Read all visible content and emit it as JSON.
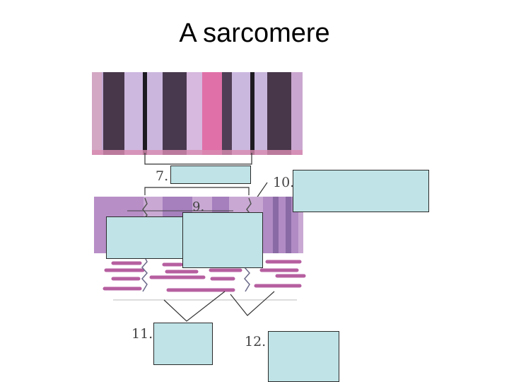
{
  "title": "A sarcomere",
  "labels": {
    "l7": "7.",
    "l9": "9.",
    "l10": "10.",
    "l11": "11.",
    "l12": "12."
  },
  "colors": {
    "box_fill": "#bfe3e6",
    "band_dark": "#3a2a3a",
    "band_light": "#c9b6df",
    "band_pink": "#d97aa8",
    "filament": "#b0589a"
  }
}
